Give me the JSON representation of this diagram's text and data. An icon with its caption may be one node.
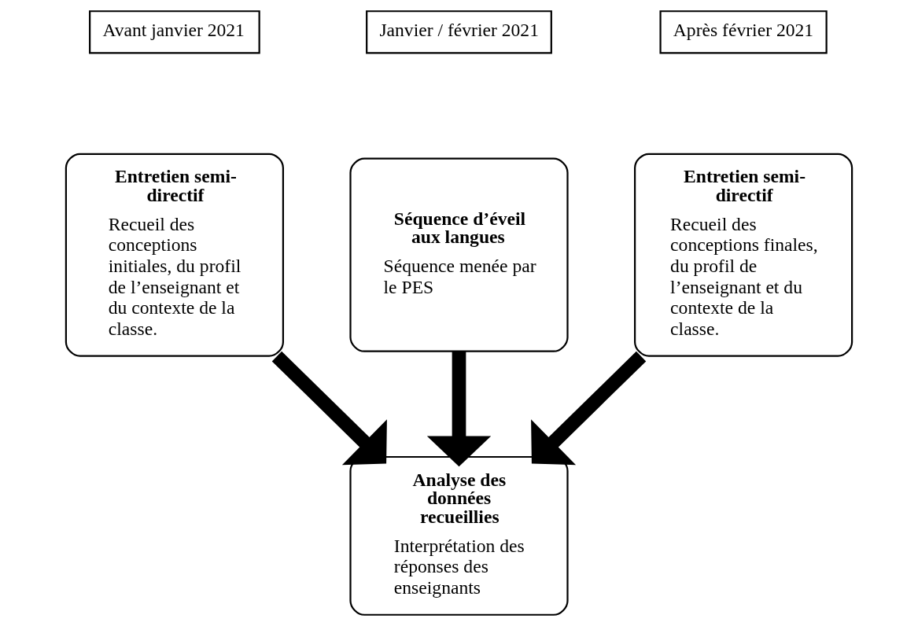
{
  "diagram": {
    "nodes": [
      {
        "text": [
          "Avant janvier 2021"
        ]
      },
      {
        "text": [
          "Janvier / février 2021"
        ]
      },
      {
        "text": [
          "Après février 2021"
        ]
      },
      {
        "text": [
          "Entretien semi-directif",
          "Recueil des conceptions initiales, du profil de l’enseignant et du contexte de la classe."
        ]
      },
      {
        "text": [
          "Séquence d’éveil aux langues",
          "Séquence menée par le PES"
        ]
      },
      {
        "text": [
          "Entretien semi-directif",
          "Recueil des conceptions finales, du profil de l’enseignant et du contexte de la classe."
        ]
      },
      {
        "text": [
          "Analyse des données recueillies",
          "Interprétation des réponses des enseignants"
        ]
      }
    ],
    "edges": [
      {
        "from": 3,
        "to": 6,
        "arrow": "to"
      },
      {
        "from": 4,
        "to": 6,
        "arrow": "to"
      },
      {
        "from": 5,
        "to": 6,
        "arrow": "to"
      }
    ]
  }
}
